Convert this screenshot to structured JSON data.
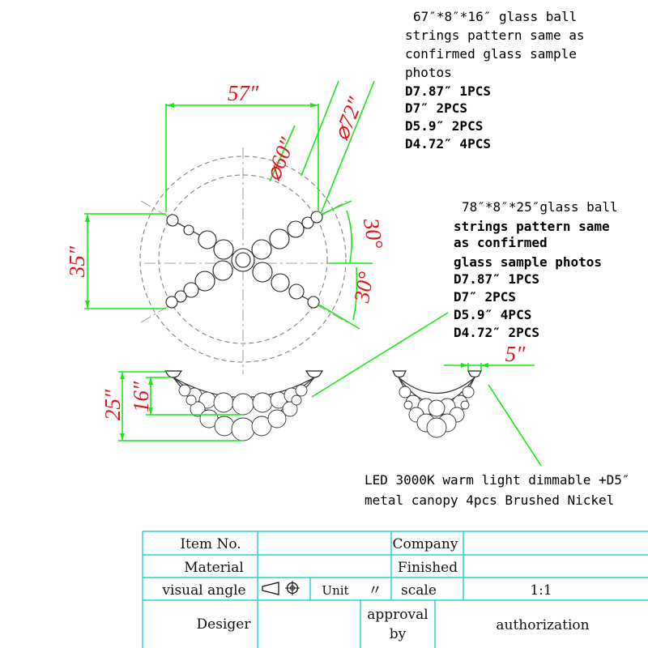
{
  "note_top": {
    "lines": [
      "67″*8″*16″ glass ball",
      "strings pattern same as",
      "confirmed glass sample",
      "photos"
    ],
    "specs": [
      "D7.87″ 1PCS",
      "D7″ 2PCS",
      "D5.9″ 2PCS",
      "D4.72″ 4PCS"
    ]
  },
  "note_mid": {
    "lines": [
      "78″*8″*25″glass ball",
      "strings pattern same",
      "as confirmed",
      "glass sample photos"
    ],
    "specs": [
      "D7.87″ 1PCS",
      "D7″ 2PCS",
      "D5.9″ 4PCS",
      "D4.72″ 2PCS"
    ]
  },
  "note_bottom": {
    "line1": "LED 3000K warm light dimmable +D5″",
    "line2": "metal canopy  4pcs  Brushed Nickel"
  },
  "dims": {
    "width": "57″",
    "dia_outer": "⌀72″",
    "dia_inner": "⌀60″",
    "height_top": "35″",
    "angle_upper": "30°",
    "angle_lower": "30°",
    "drop_inner": "16″",
    "drop_outer": "25″",
    "canopy": "5″"
  },
  "title_block": {
    "item_no_label": "Item No.",
    "company_label": "Company",
    "material_label": "Material",
    "finished_label": "Finished",
    "visual_angle_label": "visual angle",
    "unit_label": "Unit",
    "unit_value": "〃",
    "scale_label": "scale",
    "scale_value": "1:1",
    "designer_label": "Desiger",
    "approval_label_1": "approval",
    "approval_label_2": "by",
    "authorization_label": "authorization"
  }
}
